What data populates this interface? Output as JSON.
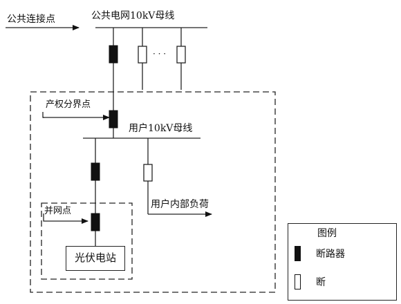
{
  "labels": {
    "pcc": "公共连接点",
    "grid_bus": "公共电网10kV母线",
    "ellipsis": "· · ·",
    "property_boundary": "产权分界点",
    "user_bus": "用户10kV母线",
    "internal_load": "用户内部负荷",
    "grid_connection_point": "并网点",
    "pv_station": "光伏电站"
  },
  "legend": {
    "title": "图例",
    "breaker": "断路器",
    "load_switch": "断"
  },
  "colors": {
    "line": "#222222",
    "breaker_fill": "#111111",
    "switch_fill": "#ffffff"
  }
}
